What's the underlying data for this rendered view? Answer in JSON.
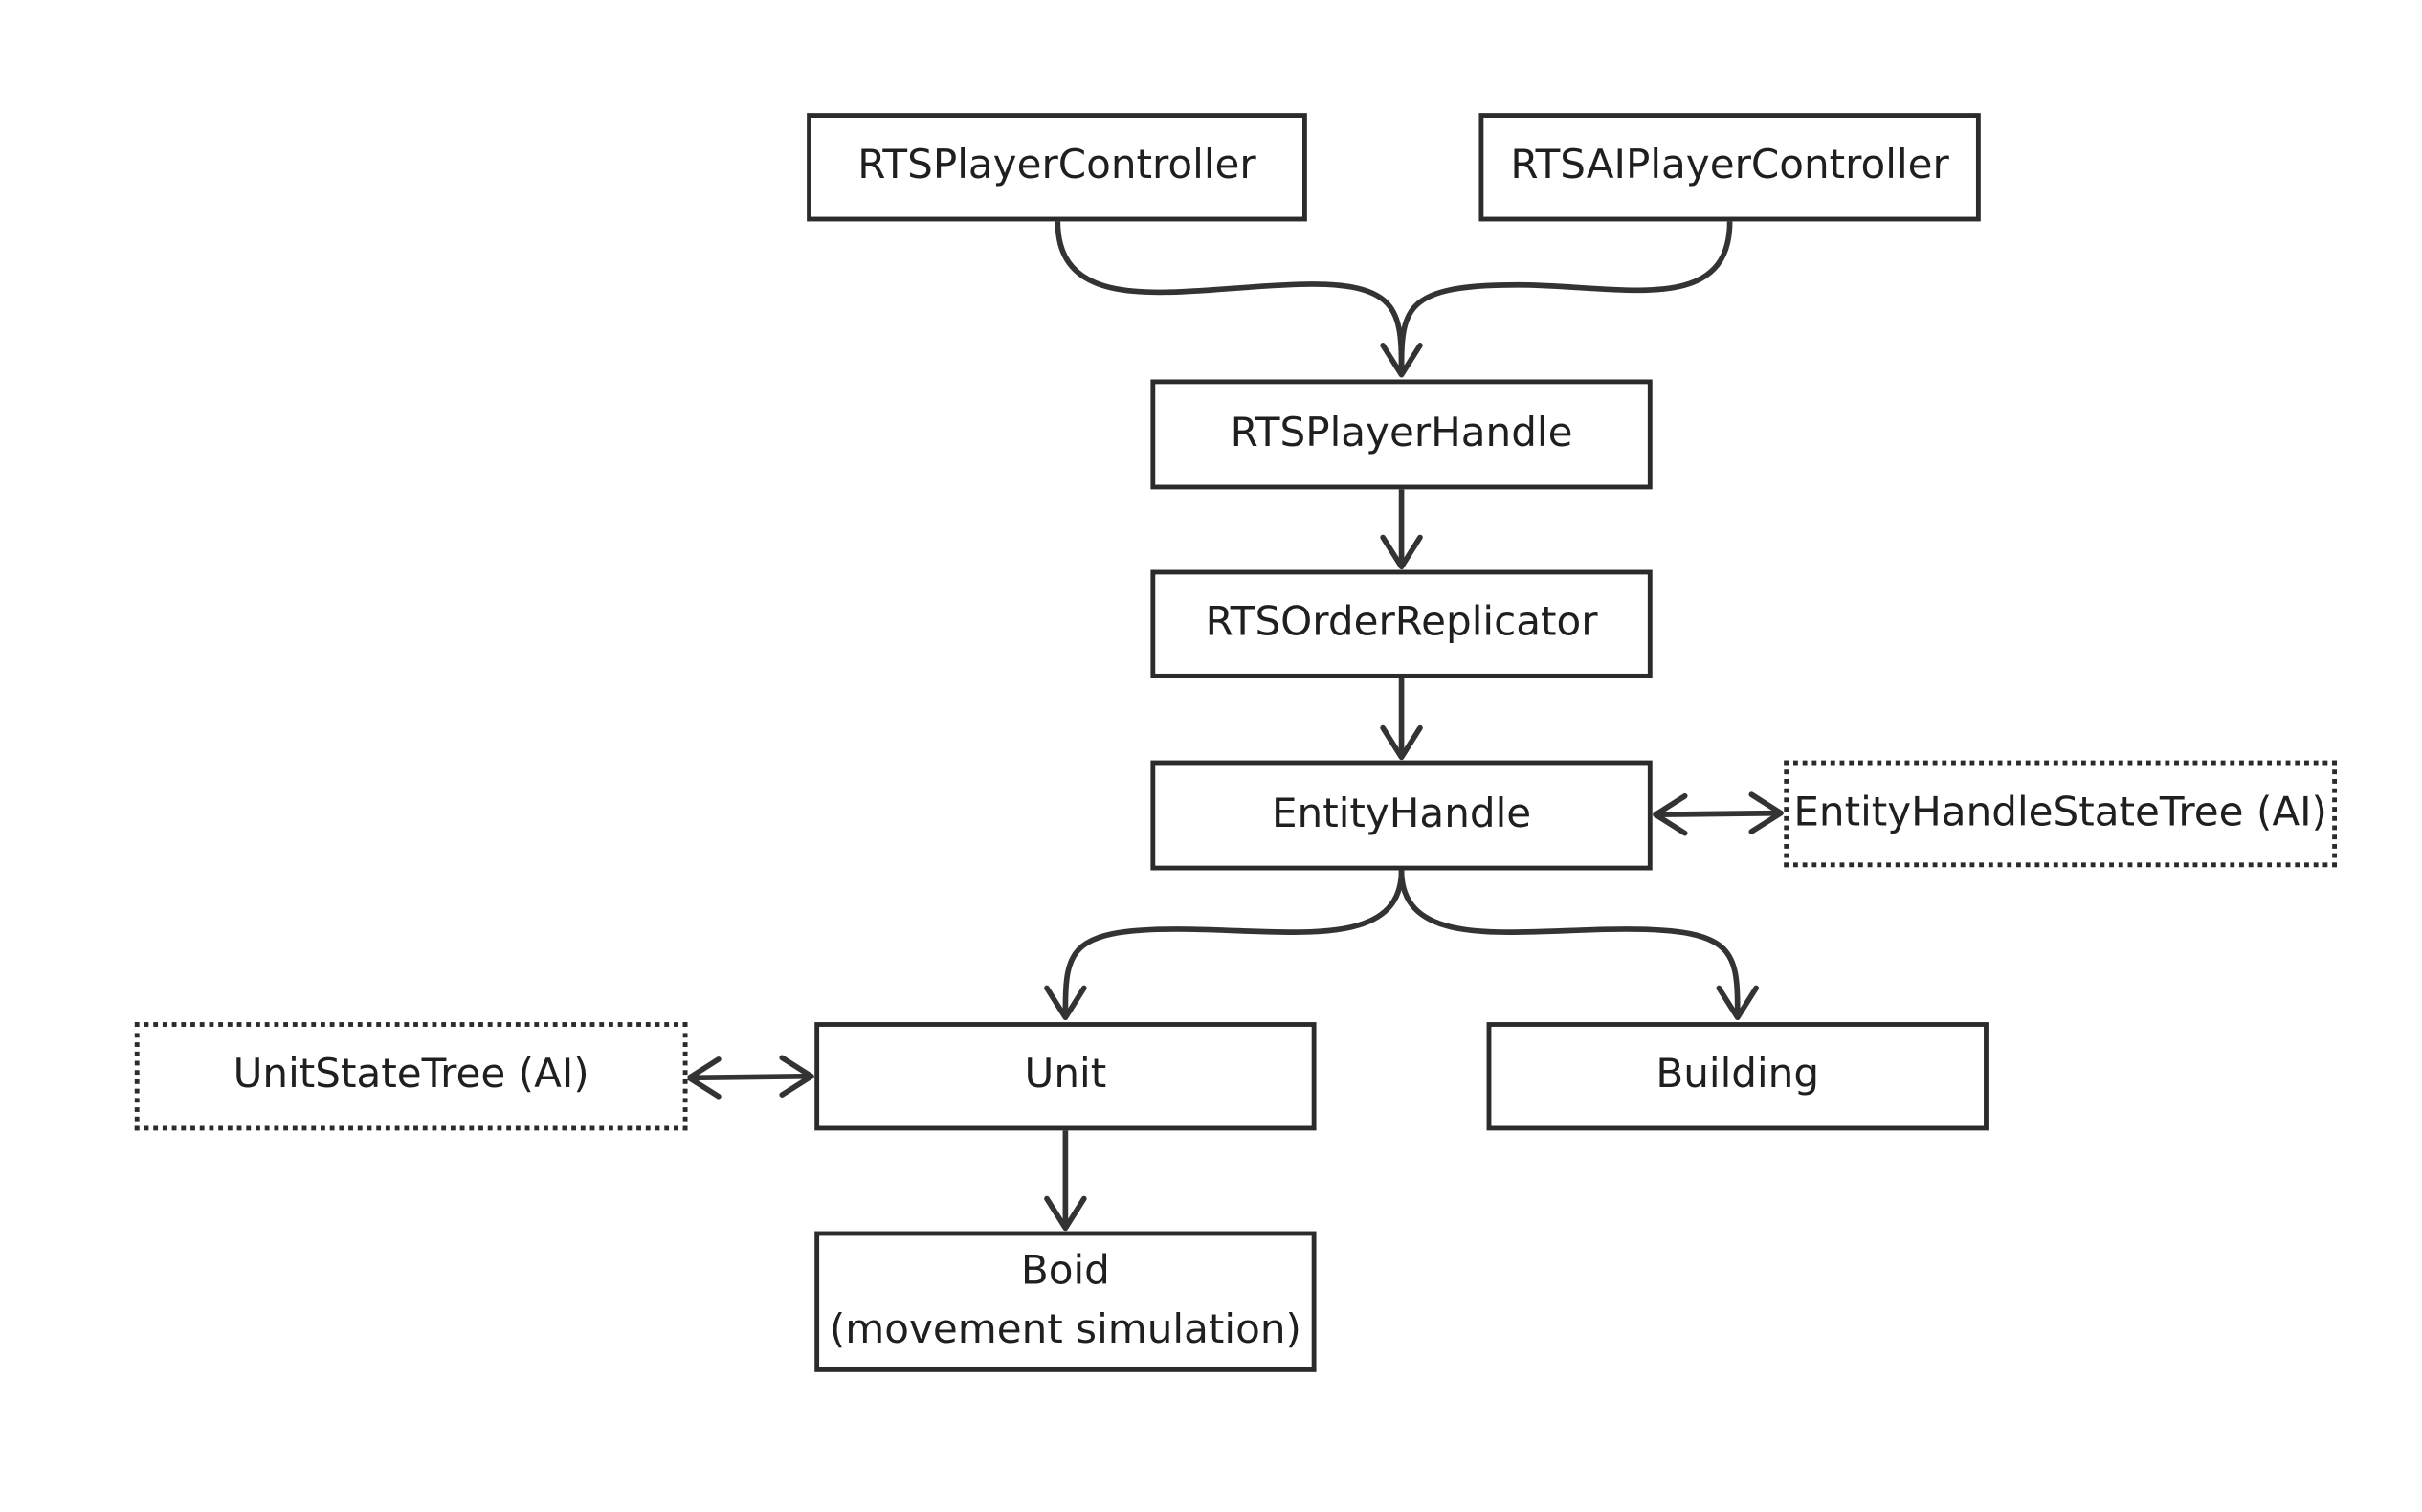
{
  "nodes": {
    "rts_player_controller": "RTSPlayerController",
    "rts_ai_player_controller": "RTSAIPlayerController",
    "rts_player_handle": "RTSPlayerHandle",
    "rts_order_replicator": "RTSOrderReplicator",
    "entity_handle": "EntityHandle",
    "entity_handle_state_tree": "EntityHandleStateTree (AI)",
    "unit_state_tree": "UnitStateTree (AI)",
    "unit": "Unit",
    "building": "Building",
    "boid_line1": "Boid",
    "boid_line2": "(movement simulation)"
  },
  "edges": [
    {
      "from": "RTSPlayerController",
      "to": "RTSPlayerHandle",
      "direction": "forward"
    },
    {
      "from": "RTSAIPlayerController",
      "to": "RTSPlayerHandle",
      "direction": "forward"
    },
    {
      "from": "RTSPlayerHandle",
      "to": "RTSOrderReplicator",
      "direction": "forward"
    },
    {
      "from": "RTSOrderReplicator",
      "to": "EntityHandle",
      "direction": "forward"
    },
    {
      "from": "EntityHandle",
      "to": "EntityHandleStateTree (AI)",
      "direction": "both"
    },
    {
      "from": "EntityHandle",
      "to": "Unit",
      "direction": "forward"
    },
    {
      "from": "EntityHandle",
      "to": "Building",
      "direction": "forward"
    },
    {
      "from": "UnitStateTree (AI)",
      "to": "Unit",
      "direction": "both"
    },
    {
      "from": "Unit",
      "to": "Boid",
      "direction": "forward"
    }
  ],
  "colors": {
    "stroke": "#2b2b2b",
    "arrow": "#333333",
    "text": "#1f1f1f",
    "background": "#ffffff"
  }
}
